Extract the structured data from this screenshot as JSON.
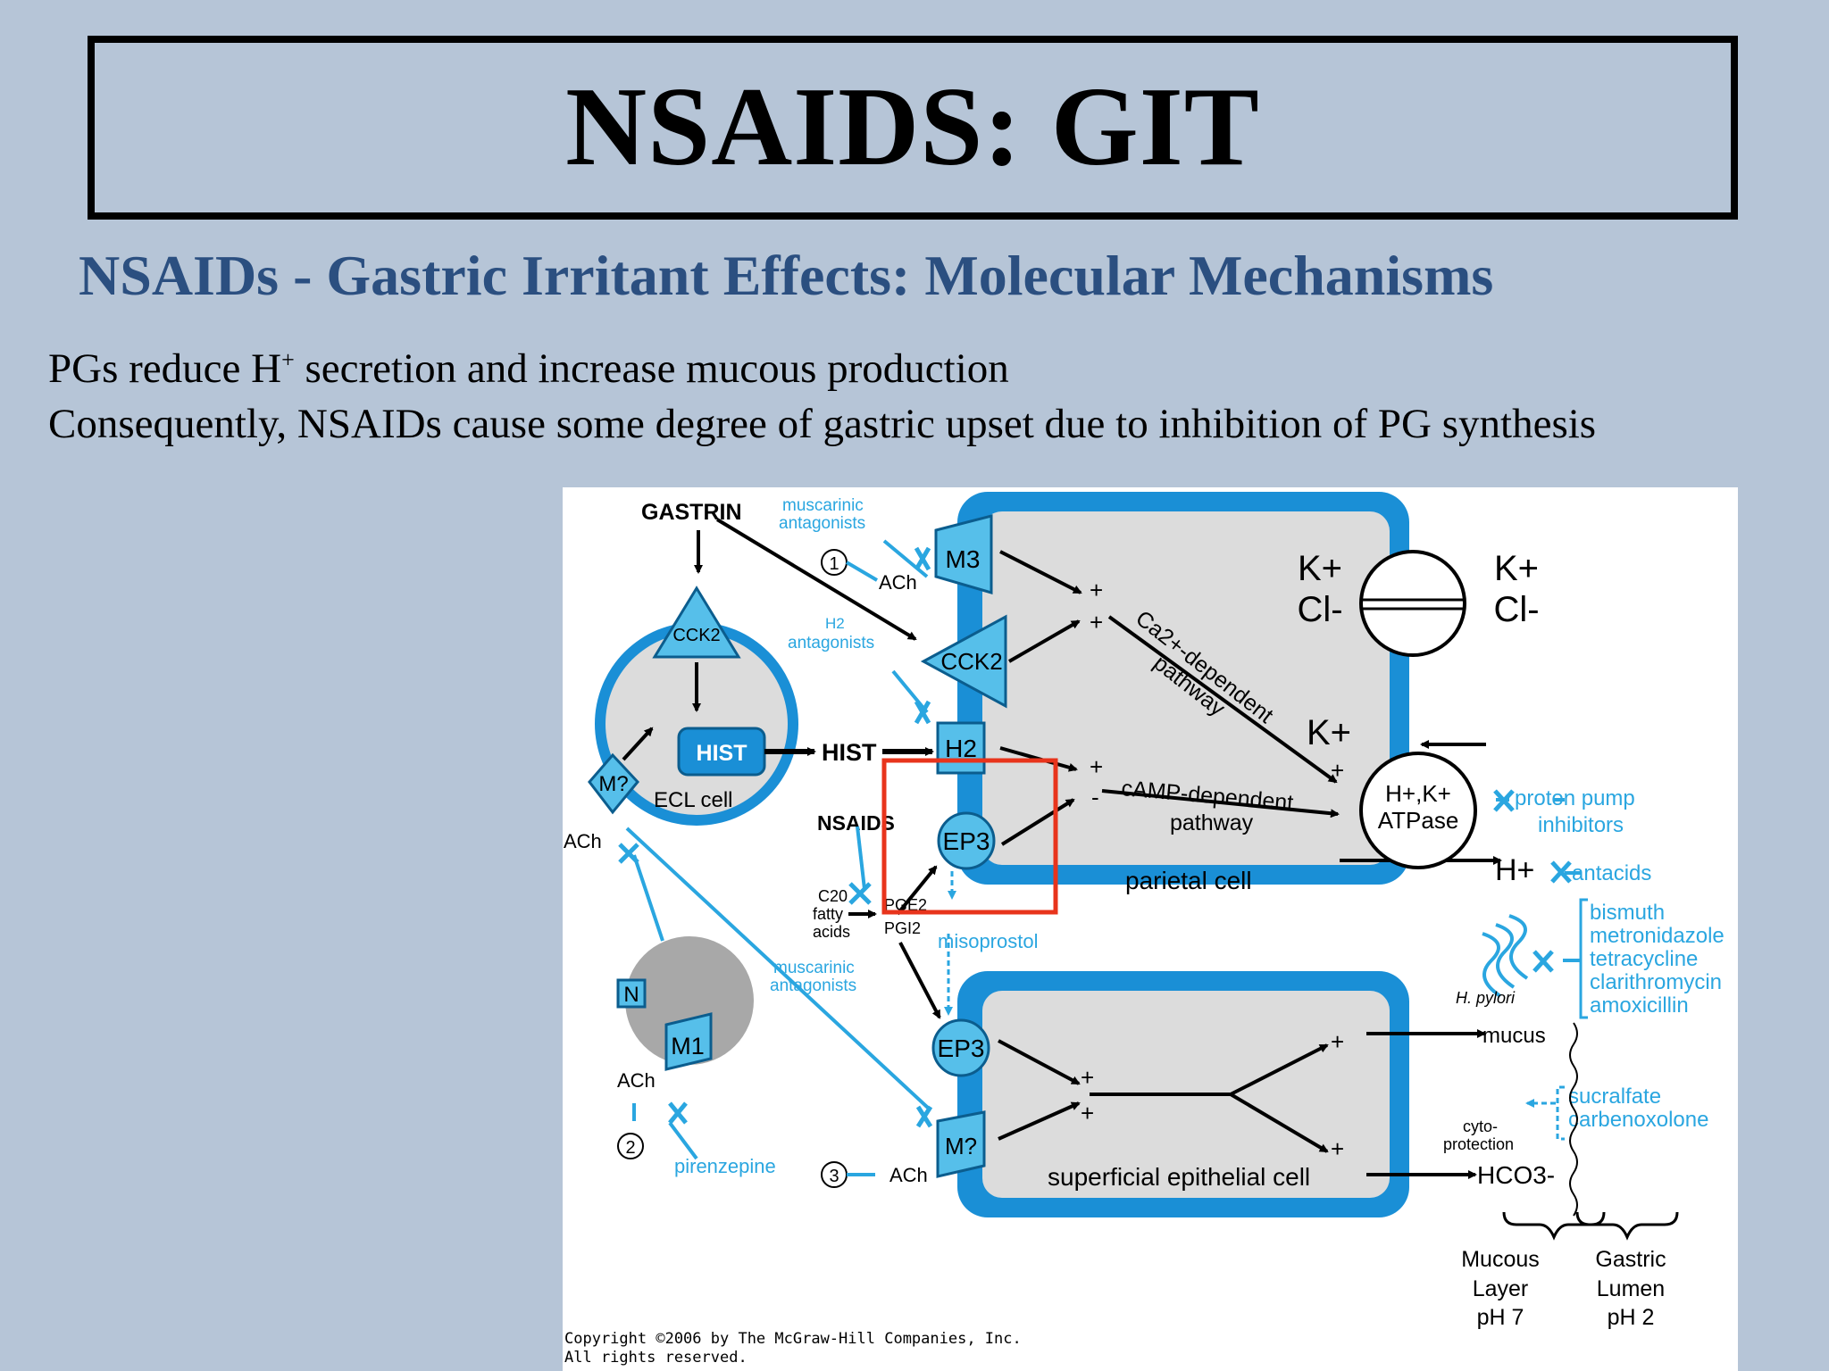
{
  "title": "NSAIDS: GIT",
  "subtitle": "NSAIDs - Gastric Irritant Effects: Molecular Mechanisms",
  "body": {
    "line1_a": "PGs reduce H",
    "line1_sup": "+",
    "line1_b": " secretion and increase mucous production",
    "line2": "Consequently, NSAIDs cause some degree of gastric upset due to inhibition of PG synthesis"
  },
  "figure": {
    "gastrin": "GASTRIN",
    "musc_antag_top_1": "muscarinic",
    "musc_antag_top_2": "antagonists",
    "num1": "1",
    "num2": "2",
    "num3": "3",
    "ach": "ACh",
    "m3": "M3",
    "h2_antag_1": "H2",
    "h2_antag_2": "antagonists",
    "cck2": "CCK2",
    "cck2_ecl": "CCK2",
    "hist_box": "HIST",
    "hist": "HIST",
    "h2": "H2",
    "ecl_cell": "ECL cell",
    "m_q": "M?",
    "nsaids": "NSAIDS",
    "ep3": "EP3",
    "c20_1": "C20",
    "c20_2": "fatty",
    "c20_3": "acids",
    "pge2": "PGE2",
    "pgi2": "PGI2",
    "misoprostol": "misoprostol",
    "musc_antag_mid_1": "muscarinic",
    "musc_antag_mid_2": "antagonists",
    "n_box": "N",
    "m1": "M1",
    "pirenzepine": "pirenzepine",
    "ca_pathway_1": "Ca2+-dependent",
    "ca_pathway_2": "pathway",
    "camp_pathway_1": "cAMP-dependent",
    "camp_pathway_2": "pathway",
    "parietal_cell": "parietal cell",
    "kplus": "K+",
    "clminus": "Cl-",
    "atpase_1": "H+,K+",
    "atpase_2": "ATPase",
    "ppi_1": "proton pump",
    "ppi_2": "inhibitors",
    "hplus": "H+",
    "antacids": "antacids",
    "hp_drugs": [
      "bismuth",
      "metronidazole",
      "tetracycline",
      "clarithromycin",
      "amoxicillin"
    ],
    "h_pylori": "H. pylori",
    "mucus": "mucus",
    "sucralfate": "sucralfate",
    "carbenoxolone": "carbenoxolone",
    "cyto_1": "cyto-",
    "cyto_2": "protection",
    "hco3": "HCO3-",
    "superficial": "superficial epithelial cell",
    "mucous_layer": [
      "Mucous",
      "Layer",
      "pH 7"
    ],
    "gastric_lumen": [
      "Gastric",
      "Lumen",
      "pH 2"
    ],
    "plus": "+",
    "minus": "-",
    "copyright_1": "Copyright ©2006 by The McGraw-Hill Companies, Inc.",
    "copyright_2": "All rights reserved."
  },
  "colors": {
    "background": "#b6c5d7",
    "subtitle": "#2b4f80",
    "cell_blue": "#1a8fd6",
    "light_blue": "#56bfea",
    "drug_blue": "#2aa6e0",
    "highlight": "#e8341c"
  }
}
